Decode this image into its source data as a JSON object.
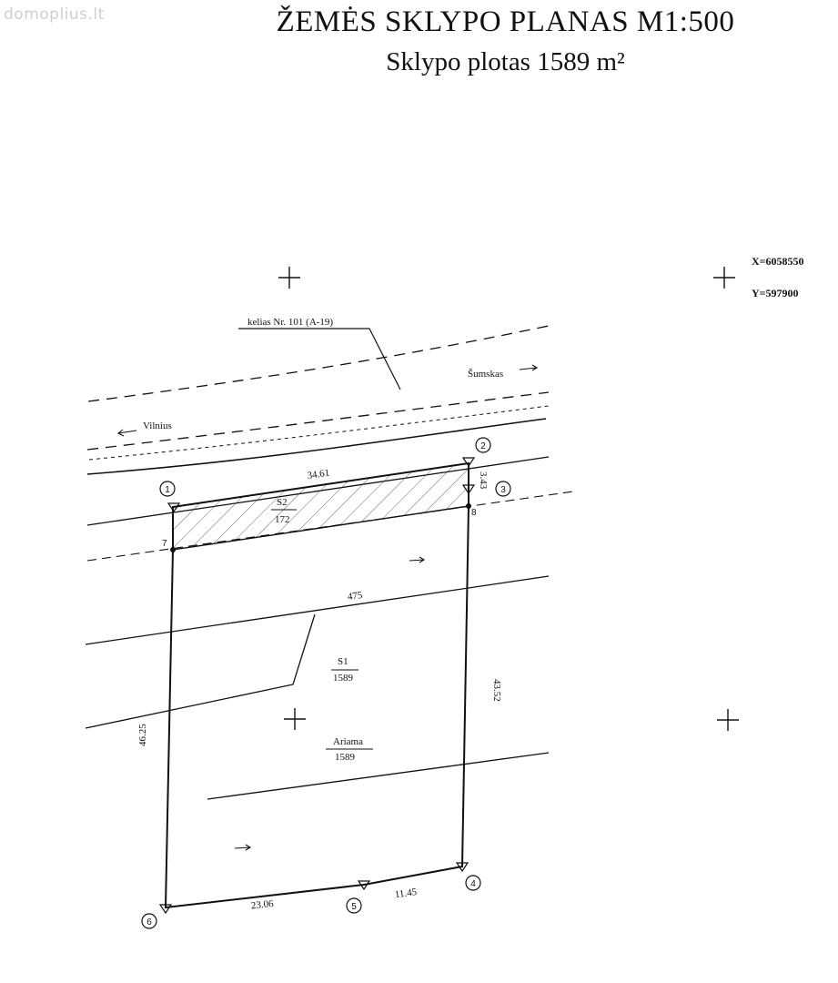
{
  "watermark": "domoplius.lt",
  "header": {
    "title": "ŽEMĖS SKLYPO PLANAS M1:500",
    "subtitle": "Sklypo plotas 1589 m²"
  },
  "coords": {
    "x": "X=6058550",
    "y": "Y=597900"
  },
  "road": {
    "name": "kelias Nr. 101 (A-19)",
    "dir_right": "Šumskas",
    "dir_left": "Vilnius"
  },
  "dims": {
    "top": "34.61",
    "right_small": "3.43",
    "left": "46.25",
    "right": "43.52",
    "bottom_left": "23.06",
    "bottom_right": "11.45",
    "line_475": "475"
  },
  "areas": {
    "s2": {
      "name": "S2",
      "value": "172"
    },
    "s1": {
      "name": "S1",
      "value": "1589"
    },
    "ariama": {
      "name": "Ariama",
      "value": "1589"
    }
  },
  "points": {
    "p1": "1",
    "p2": "2",
    "p3": "3",
    "p4": "4",
    "p5": "5",
    "p6": "6",
    "p7": "7",
    "p8": "8"
  }
}
